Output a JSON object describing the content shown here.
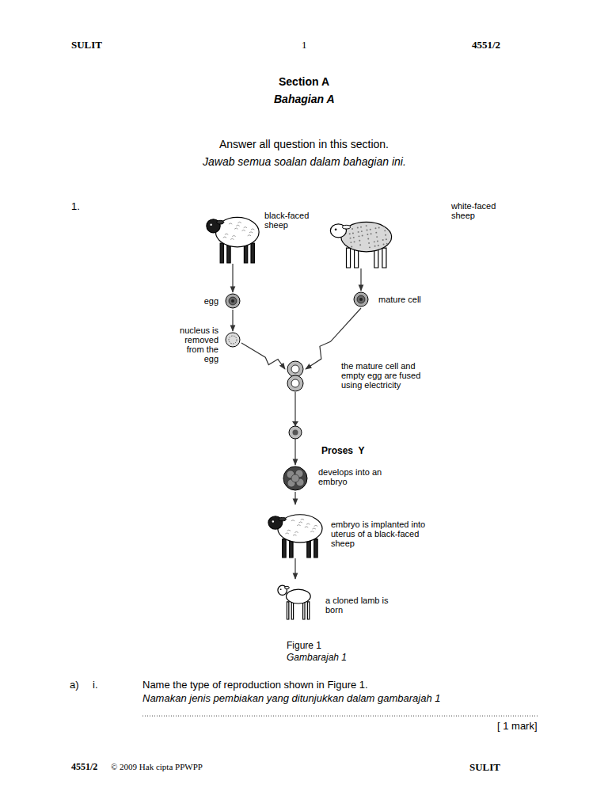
{
  "diagram": {
    "nodes": [
      {
        "text": [
          "black-faced sheep"
        ]
      },
      {
        "text": [
          "white-faced sheep"
        ]
      },
      {
        "text": [
          "egg"
        ]
      },
      {
        "text": [
          "mature cell"
        ]
      },
      {
        "text": [
          "nucleus is removed from the egg"
        ]
      },
      {
        "text": [
          "the mature cell and empty egg are fused using electricity"
        ]
      },
      {
        "text": [
          "develops into an embryo"
        ]
      },
      {
        "text": [
          "embryo is implanted into uterus of a black-faced sheep"
        ]
      },
      {
        "text": [
          "a cloned lamb is born"
        ]
      }
    ],
    "edges": [
      {
        "from": 0,
        "to": 2,
        "arrow": "to"
      },
      {
        "from": 1,
        "to": 3,
        "arrow": "to"
      },
      {
        "from": 2,
        "to": 4,
        "arrow": "to"
      },
      {
        "from": 4,
        "to": 5,
        "arrow": "to"
      },
      {
        "from": 3,
        "to": 5,
        "arrow": "to"
      },
      {
        "from": 5,
        "to": 6,
        "label": "Proses  Y",
        "arrow": "to"
      },
      {
        "from": 6,
        "to": 7,
        "arrow": "to"
      },
      {
        "from": 7,
        "to": 8,
        "arrow": "to"
      }
    ],
    "labels": [
      "SULIT",
      "1",
      "4551/2",
      "Section A",
      "Bahagian A",
      "Answer all question in this section.",
      "Jawab semua soalan dalam bahagian ini.",
      "1.",
      "Figure  1",
      "Gambarajah 1",
      "a)",
      "i.",
      "Name the type of reproduction shown in Figure  1.",
      "Namakan jenis pembiakan yang ditunjukkan dalam gambarajah 1",
      "[  1 mark]",
      "4551/2",
      "© 2009 Hak cipta PPWPP",
      "SULIT"
    ]
  }
}
